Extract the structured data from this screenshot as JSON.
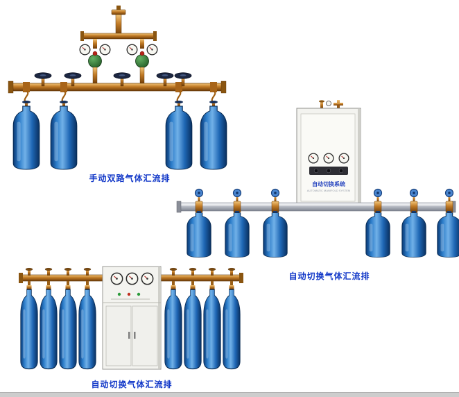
{
  "page": {
    "background_color": "#ffffff",
    "caption_color": "#1238c8"
  },
  "products": [
    {
      "caption": "手动双路气体汇流排",
      "kind": "manual-dual-gas-manifold",
      "cylinder_count": 4
    },
    {
      "caption": "自动切换气体汇流排",
      "kind": "auto-switch-gas-manifold-wall-cabinet",
      "cabinet_label": "自动切换系统",
      "cabinet_sublabel": "AUTOMATIC MANIFOLD SYSTEM",
      "cylinder_count": 6
    },
    {
      "caption": "自动切换气体汇流排",
      "kind": "auto-switch-gas-manifold-floor-cabinet",
      "cylinder_count": 8
    }
  ],
  "colors": {
    "cylinder_blue": "#1f67b5",
    "brass_pipe": "#c07a26",
    "aluminum_pipe": "#c3c7cf",
    "cabinet_white": "#f3f3ef",
    "handwheel_dark": "#1c2742",
    "handwheel_blue": "#4a86d0",
    "regulator_green": "#2e7a34"
  }
}
